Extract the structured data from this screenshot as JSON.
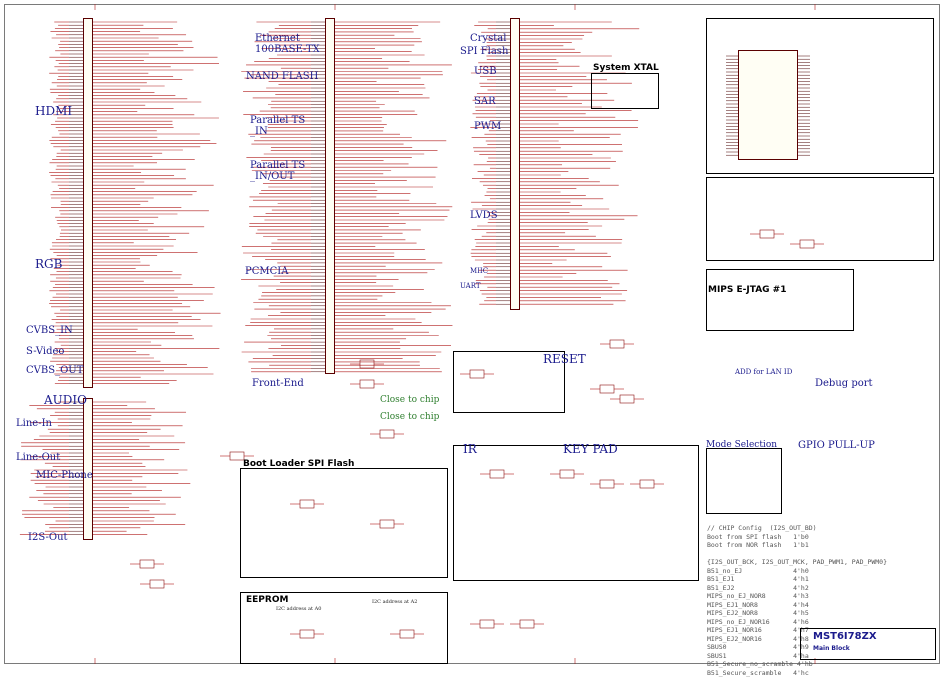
{
  "sections": {
    "hdmi": "HDMI",
    "rgb": "RGB",
    "cvbs_in": "CVBS_IN",
    "s_video": "S-Video",
    "cvbs_out": "CVBS_OUT",
    "audio": "AUDIO",
    "line_in": "Line-In",
    "line_out": "Line-Out",
    "mic_phone": "MIC-Phone",
    "i2s_out": "I2S-Out",
    "ethernet": "Ethernet\n100BASE-TX",
    "nand_flash": "NAND FLASH",
    "parallel_ts_in": "Parallel TS\n_IN",
    "parallel_ts_inout": "Parallel TS\n_IN/OUT",
    "pcmcia": "PCMCIA",
    "front_end": "Front-End",
    "crystal": "Crystal",
    "spi_flash": "SPI Flash",
    "usb": "USB",
    "sar": "SAR",
    "pwm": "PWM",
    "lvds": "LVDS",
    "mic": "MIIC",
    "uart": "UART",
    "system_xtal": "System XTAL",
    "reset": "RESET",
    "ir": "IR",
    "key_pad": "KEY PAD",
    "boot_loader_spi_flash": "Boot Loader SPI Flash",
    "eeprom": "EEPROM",
    "close_to_chip_1": "Close to chip",
    "close_to_chip_2": "Close to chip",
    "mips_ejtag": "MIPS E-JTAG #1",
    "add_for_lan_id": "ADD for LAN ID",
    "debug_port": "Debug port",
    "mode_selection": "Mode Selection",
    "gpio_pull_up": "GPIO PULL-UP",
    "i2c_address_1": "I2C address at A0",
    "i2c_address_2": "I2C address at A2"
  },
  "chip_config_notes": [
    "// CHIP Config  (I2S_OUT_BD)",
    "Boot from SPI flash   1'b0",
    "Boot from NOR flash   1'b1",
    "",
    "{I2S_OUT_BCK, I2S_OUT_MCK, PAD_PWM1, PAD_PWM0}",
    "B51_no_EJ             4'h0",
    "B51_EJ1               4'h1",
    "B51_EJ2               4'h2",
    "MIPS_no_EJ_NOR8       4'h3",
    "MIPS_EJ1_NOR8         4'h4",
    "MIPS_EJ2_NOR8         4'h5",
    "MIPS_no_EJ_NOR16      4'h6",
    "MIPS_EJ1_NOR16        4'h7",
    "MIPS_EJ2_NOR16        4'h8",
    "SBUS0                 4'h9",
    "SBUS1                 4'ha",
    "B51_Secure_no_scramble 4'hb",
    "B51_Secure_scramble   4'hc"
  ],
  "title_block": {
    "chip_name": "MST6I78ZX",
    "document": "Main Block"
  },
  "colors": {
    "wire": "#b01c1c",
    "net_label": "#c03030",
    "section_title": "#1a1a8c",
    "border": "#7a7a7a",
    "chip_outline": "#5a0000",
    "note_green": "#2f7f2f"
  }
}
